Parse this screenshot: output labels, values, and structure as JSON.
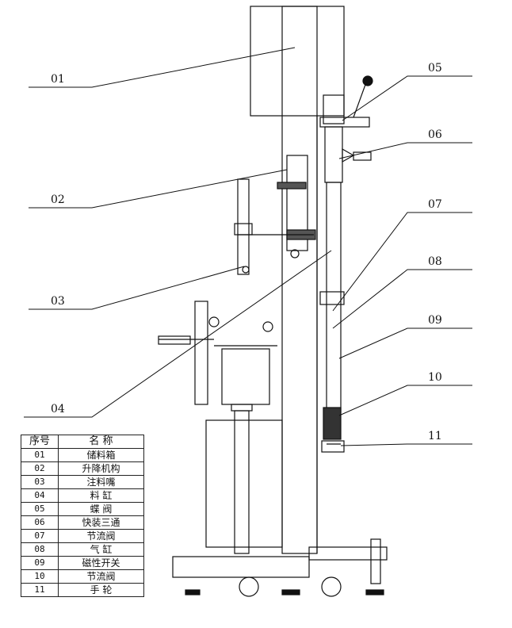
{
  "callouts": [
    {
      "id": "01"
    },
    {
      "id": "02"
    },
    {
      "id": "03"
    },
    {
      "id": "04"
    },
    {
      "id": "05"
    },
    {
      "id": "06"
    },
    {
      "id": "07"
    },
    {
      "id": "08"
    },
    {
      "id": "09"
    },
    {
      "id": "10"
    },
    {
      "id": "11"
    }
  ],
  "parts_table": {
    "headers": {
      "seq": "序号",
      "name": "名  称"
    },
    "rows": [
      {
        "num": "01",
        "name": "储料箱"
      },
      {
        "num": "02",
        "name": "升降机构"
      },
      {
        "num": "03",
        "name": "注料嘴"
      },
      {
        "num": "04",
        "name": "料    缸"
      },
      {
        "num": "05",
        "name": "蝶  阀"
      },
      {
        "num": "06",
        "name": "快装三通"
      },
      {
        "num": "07",
        "name": "节流阀"
      },
      {
        "num": "08",
        "name": "气  缸"
      },
      {
        "num": "09",
        "name": "磁性开关"
      },
      {
        "num": "10",
        "name": "节流阀"
      },
      {
        "num": "11",
        "name": "手  轮"
      }
    ]
  }
}
